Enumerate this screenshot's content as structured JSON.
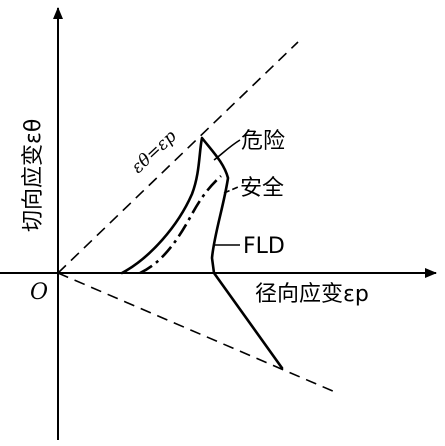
{
  "diagram": {
    "origin_label": "O",
    "x_axis_label": "径向应变εp",
    "y_axis_label": "切向应变εθ",
    "diagonal_label": "εθ=εp",
    "curve_labels": {
      "danger": "危险",
      "safe": "安全",
      "fld": "FLD"
    }
  },
  "colors": {
    "ink": "#000000",
    "background": "#ffffff"
  }
}
